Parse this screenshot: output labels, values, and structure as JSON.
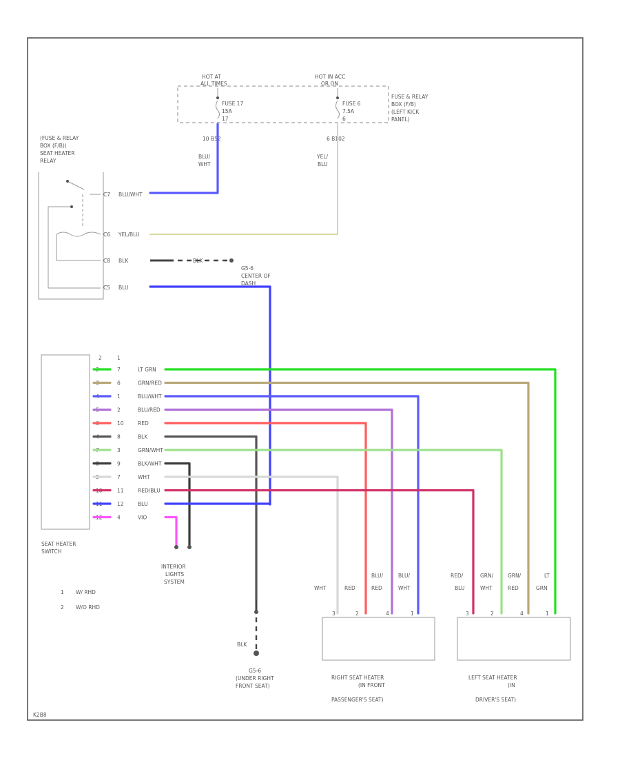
{
  "labels": {
    "hot_at": "HOT AT",
    "hot_at_cond": "ALL TIMES",
    "hot_acc": "HOT IN ACC",
    "hot_acc_cond": "OR ON",
    "fuse17": "FUSE 17",
    "fuse17_amp": "15A",
    "fuse6": "FUSE 6",
    "fuse6_amp": "7.5A",
    "fuse_box_1": "FUSE & RELAY",
    "fuse_box_2": "BOX (F/B)",
    "fuse_box_3": "(LEFT KICK",
    "fuse_box_4": "PANEL)",
    "pin_17": "17",
    "pin_6": "6",
    "conn_b52": "10 B52",
    "conn_b102": "6  B102",
    "wire_blu": "BLU/",
    "wire_wht": "WHT",
    "wire_yel": "YEL/",
    "wire_blu2": "BLU",
    "relay_1": "(FUSE & RELAY",
    "relay_2": "BOX (F/B))",
    "relay_3": "SEAT HEATER",
    "relay_4": "RELAY",
    "r_pin1": "C7",
    "r_wire1": "BLU/WHT",
    "r_pin2": "C6",
    "r_wire2": "YEL/BLU",
    "r_pin3": "C8",
    "r_wire3": "BLK",
    "r_wire3b": "BLK",
    "r_pin4": "C5",
    "r_wire4": "BLU",
    "g_center_1": "G5-6",
    "g_center_2": "CENTER OF",
    "g_center_3": "DASH",
    "sw_name_1": "SEAT HEATER",
    "sw_name_2": "SWITCH",
    "col_1": "2",
    "col_2": "1",
    "interior_1": "INTERIOR",
    "interior_2": "LIGHTS",
    "interior_3": "SYSTEM",
    "legend_1_num": "1",
    "legend_1_text": "W/ RHD",
    "legend_2_num": "2",
    "legend_2_text": "W/O RHD",
    "g_under_wire": "BLK",
    "g_under_1": "G5-6",
    "g_under_2": "(UNDER RIGHT",
    "g_under_3": "FRONT SEAT)",
    "rsh_w1": "WHT",
    "rsh_w2": "RED",
    "rsh_w3a": "BLU/",
    "rsh_w3b": "RED",
    "rsh_w4a": "BLU/",
    "rsh_w4b": "WHT",
    "lsh_w1a": "RED/",
    "lsh_w1b": "BLU",
    "lsh_w2a": "GRN/",
    "lsh_w2b": "WHT",
    "lsh_w3a": "GRN/",
    "lsh_w3b": "RED",
    "lsh_w4a": "LT",
    "lsh_w4b": "GRN",
    "rsh_p1": "3",
    "rsh_p2": "2",
    "rsh_p3": "4",
    "rsh_p4": "1",
    "lsh_p1": "3",
    "lsh_p2": "2",
    "lsh_p3": "4",
    "lsh_p4": "1",
    "rsh_name_1": "RIGHT SEAT HEATER",
    "rsh_name_2": "(IN FRONT",
    "rsh_name_3": "PASSENGER'S SEAT)",
    "lsh_name_1": "LEFT SEAT HEATER",
    "lsh_name_2": "(IN",
    "lsh_name_3": "DRIVER'S SEAT)",
    "footer_code": "K2B8"
  },
  "switch_rows": [
    {
      "p1": "2",
      "p2": "7",
      "wire": "LT GRN",
      "color": "#22e022"
    },
    {
      "p1": "3",
      "p2": "6",
      "wire": "GRN/RED",
      "color": "#b8a878"
    },
    {
      "p1": "4",
      "p2": "1",
      "wire": "BLU/WHT",
      "color": "#5a5aff"
    },
    {
      "p1": "5",
      "p2": "2",
      "wire": "BLU/RED",
      "color": "#b070d8"
    },
    {
      "p1": "6",
      "p2": "10",
      "wire": "RED",
      "color": "#ff5c5c"
    },
    {
      "p1": "4",
      "p2": "8",
      "wire": "BLK",
      "color": "#555555"
    },
    {
      "p1": "7",
      "p2": "3",
      "wire": "GRN/WHT",
      "color": "#9de08a"
    },
    {
      "p1": "8",
      "p2": "9",
      "wire": "BLK/WHT",
      "color": "#3a3a3a"
    },
    {
      "p1": "9",
      "p2": "7",
      "wire": "WHT",
      "color": "#d8d8d8"
    },
    {
      "p1": "10",
      "p2": "11",
      "wire": "RED/BLU",
      "color": "#d03068"
    },
    {
      "p1": "11",
      "p2": "12",
      "wire": "BLU",
      "color": "#4040ff"
    },
    {
      "p1": "12",
      "p2": "4",
      "wire": "VIO",
      "color": "#ff55ff"
    }
  ],
  "colors": {
    "blu_wht": "#5a5aff",
    "yel_blu": "#d8d8a0",
    "blu": "#4040ff",
    "blk": "#444444"
  }
}
